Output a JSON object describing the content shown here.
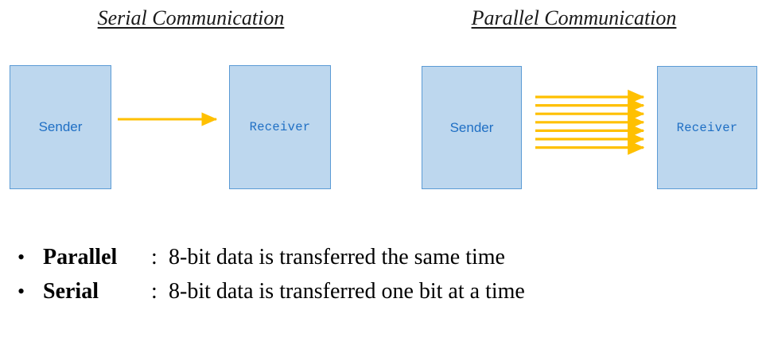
{
  "slide": {
    "background_color": "#ffffff",
    "sections": [
      {
        "id": "serial",
        "title": "Serial Communication",
        "sender_label": "Sender",
        "receiver_label": "Receiver",
        "arrow_count": 1
      },
      {
        "id": "parallel",
        "title": "Parallel Communication",
        "sender_label": "Sender",
        "receiver_label": "Receiver",
        "arrow_count": 7
      }
    ],
    "bullets": [
      {
        "marker": "•",
        "term": "Parallel",
        "colon": ":",
        "description": "8-bit data is transferred the same time"
      },
      {
        "marker": "•",
        "term": "Serial",
        "colon": ":",
        "description": "8-bit data is transferred one bit at a time"
      }
    ],
    "colors": {
      "box_fill": "#bdd7ee",
      "box_border": "#5b9bd5",
      "box_text": "#1f6fc4",
      "arrow": "#ffc000",
      "title_text": "#1a1a1a",
      "bullet_text": "#000000"
    }
  }
}
